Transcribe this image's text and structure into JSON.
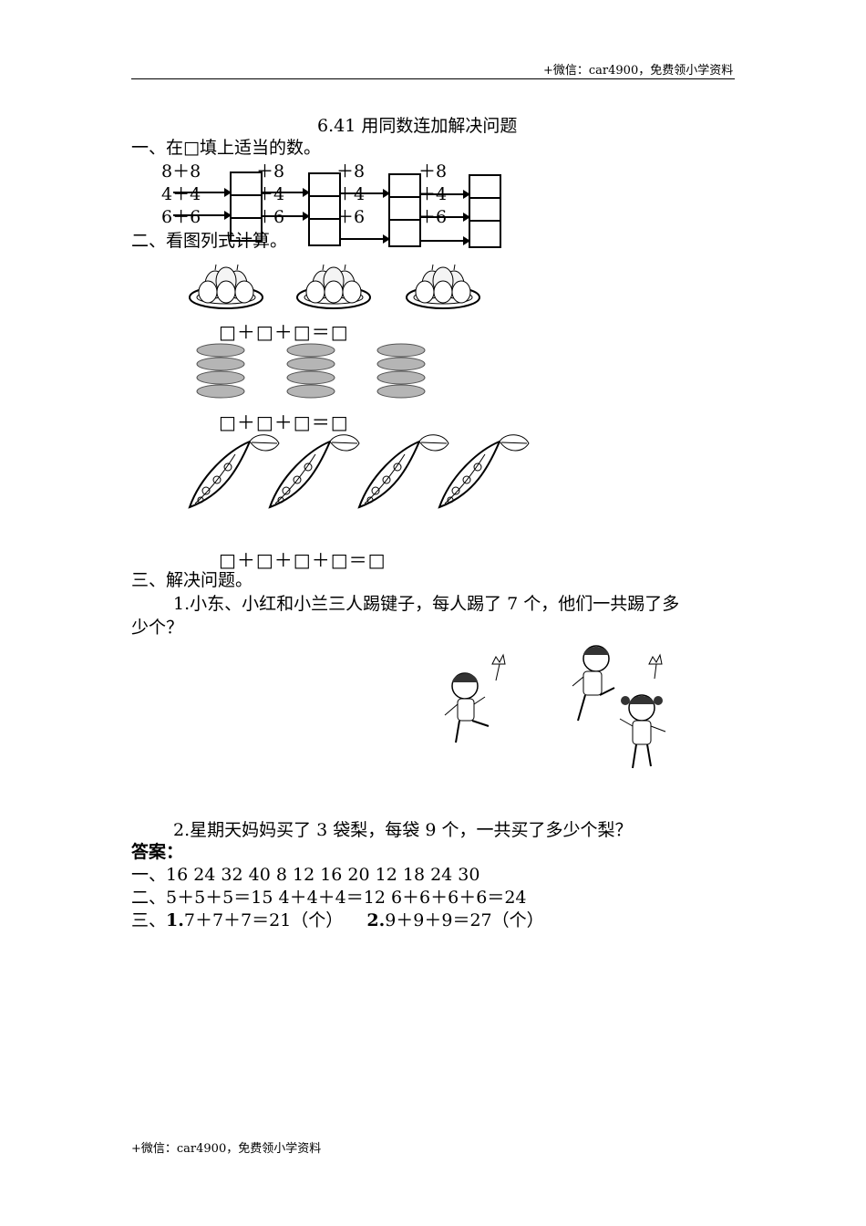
{
  "header_note": "+微信：car4900，免费领小学资料",
  "footer_note": "+微信：car4900，免费领小学资料",
  "title": "6.41 用同数连加解决问题",
  "section1": {
    "heading": "一、在□填上适当的数。",
    "rows": [
      {
        "start": "8＋8",
        "op": "＋8"
      },
      {
        "start": "4＋4",
        "op": "＋4"
      },
      {
        "start": "6＋6",
        "op": "＋6"
      }
    ]
  },
  "section2": {
    "heading": "二、看图列式计算。",
    "eq1": "□＋□＋□＝□",
    "eq2": "□＋□＋□＝□",
    "eq3": "□＋□＋□＋□＝□"
  },
  "section3": {
    "heading": "三、解决问题。",
    "q1_line1": "1.小东、小红和小兰三人踢键子，每人踢了 7 个，他们一共踢了多",
    "q1_line2": "少个？",
    "q2": "2.星期天妈妈买了 3 袋梨，每袋 9 个，一共买了多少个梨？"
  },
  "answers": {
    "label": "答案：",
    "line1": "一、16  24  32  40  8  12  16  20  12  18  24  30",
    "line2": "二、5＋5＋5＝15  4＋4＋4＝12   6＋6＋6＋6＝24",
    "line3_prefix": "三、",
    "line3_n1": "1.",
    "line3_a1": "7＋7＋7＝21（个）",
    "line3_n2": "2.",
    "line3_a2": "9＋9＋9＝27（个）"
  }
}
